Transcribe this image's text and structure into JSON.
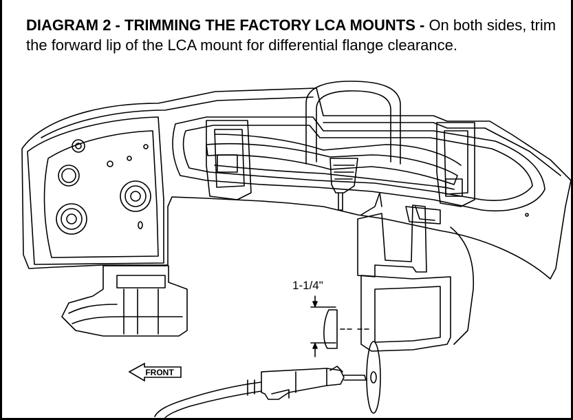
{
  "caption": {
    "title": "DIAGRAM  2 - TRIMMING THE FACTORY LCA MOUNTS -",
    "text": " On both sides, trim the forward lip of the LCA mount for differential flange clearance."
  },
  "labels": {
    "dimension": "1-1/4\"",
    "front": "FRONT"
  },
  "colors": {
    "ink": "#000000",
    "paper": "#ffffff"
  }
}
